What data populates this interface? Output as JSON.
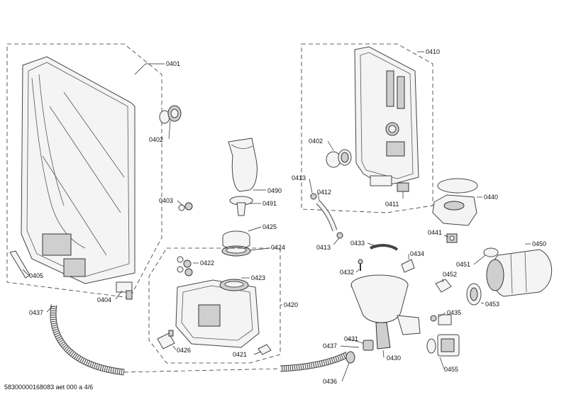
{
  "labels": {
    "p0401": "0401",
    "p0402a": "0402",
    "p0403": "0403",
    "p0404": "0404",
    "p0405": "0405",
    "p0437a": "0437",
    "p0490": "0490",
    "p0491": "0491",
    "p0425": "0425",
    "p0424": "0424",
    "p0422": "0422",
    "p0423": "0423",
    "p0420": "0420",
    "p0426": "0426",
    "p0421": "0421",
    "p0410": "0410",
    "p0402b": "0402",
    "p0413a": "0413",
    "p0412": "0412",
    "p0411": "0411",
    "p0413b": "0413",
    "p0440": "0440",
    "p0441": "0441",
    "p0433": "0433",
    "p0434": "0434",
    "p0432": "0432",
    "p0450": "0450",
    "p0451": "0451",
    "p0452": "0452",
    "p0453": "0453",
    "p0435": "0435",
    "p0431": "0431",
    "p0437b": "0437",
    "p0430": "0430",
    "p0436": "0436",
    "p0455": "0455"
  },
  "footer": {
    "doc_id": "58300000168083 aet 000 a 4/6"
  }
}
